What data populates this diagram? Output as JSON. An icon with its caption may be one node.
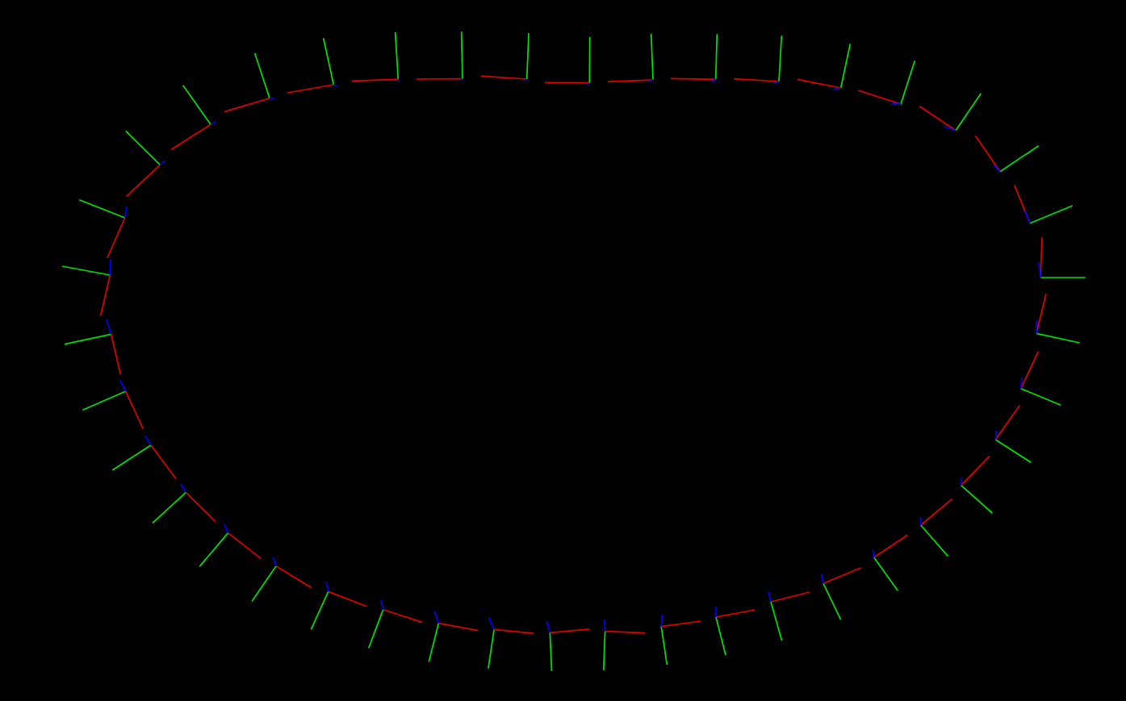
{
  "diagram": {
    "nodes": [
      {
        "text": [],
        "shape": "picture"
      },
      {
        "text": [],
        "shape": "picture"
      },
      {
        "text": [],
        "shape": "picture"
      },
      {
        "text": [],
        "shape": "picture"
      },
      {
        "text": [],
        "shape": "picture"
      },
      {
        "text": [],
        "shape": "picture"
      },
      {
        "text": [],
        "shape": "picture"
      },
      {
        "text": [],
        "shape": "picture"
      },
      {
        "text": [],
        "shape": "picture"
      },
      {
        "text": [],
        "shape": "picture"
      },
      {
        "text": [],
        "shape": "picture"
      },
      {
        "text": [],
        "shape": "picture"
      },
      {
        "text": [],
        "shape": "picture"
      },
      {
        "text": [],
        "shape": "picture"
      },
      {
        "text": [],
        "shape": "picture"
      },
      {
        "text": [],
        "shape": "picture"
      },
      {
        "text": [],
        "shape": "picture"
      },
      {
        "text": [],
        "shape": "picture"
      },
      {
        "text": [],
        "shape": "picture"
      },
      {
        "text": [],
        "shape": "picture"
      },
      {
        "text": [],
        "shape": "picture"
      },
      {
        "text": [],
        "shape": "picture"
      },
      {
        "text": [],
        "shape": "picture"
      },
      {
        "text": [],
        "shape": "picture"
      },
      {
        "text": [],
        "shape": "picture"
      },
      {
        "text": [],
        "shape": "picture"
      },
      {
        "text": [],
        "shape": "picture"
      },
      {
        "text": [],
        "shape": "picture"
      },
      {
        "text": [],
        "shape": "picture"
      },
      {
        "text": [],
        "shape": "picture"
      },
      {
        "text": [],
        "shape": "picture"
      },
      {
        "text": [],
        "shape": "picture"
      },
      {
        "text": [],
        "shape": "picture"
      },
      {
        "text": [],
        "shape": "picture"
      },
      {
        "text": [],
        "shape": "picture"
      },
      {
        "text": [],
        "shape": "picture"
      },
      {
        "text": [],
        "shape": "picture"
      },
      {
        "text": [],
        "shape": "picture"
      },
      {
        "text": [],
        "shape": "picture"
      },
      {
        "text": [],
        "shape": "picture"
      },
      {
        "text": [],
        "shape": "picture"
      }
    ]
  }
}
